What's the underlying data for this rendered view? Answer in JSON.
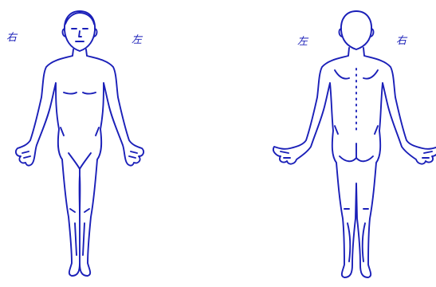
{
  "labels": {
    "front_right": "右",
    "front_left": "左",
    "back_left": "左",
    "back_right": "右"
  },
  "colors": {
    "ink": "#1a1fb8",
    "background": "#ffffff"
  }
}
